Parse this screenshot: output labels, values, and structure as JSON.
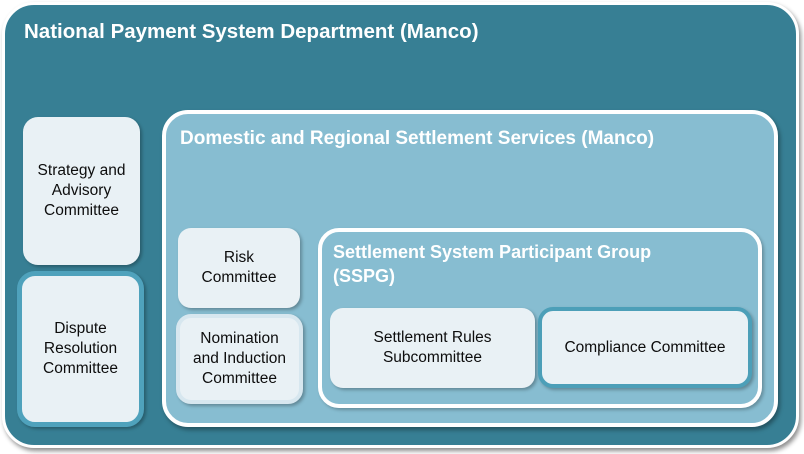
{
  "colors": {
    "outer_teal": "#377F94",
    "panel_blue": "#87BDD1",
    "box_fill": "#E9F1F5",
    "teal_accent_border": "#4FA2BC",
    "pale_border": "#D7E7EF",
    "title_text": "#FFFFFF",
    "box_text": "#0D0D0D"
  },
  "outer": {
    "title": "National Payment System Department (Manco)"
  },
  "left_column": {
    "boxes": [
      {
        "label": "Strategy and Advisory Committee"
      },
      {
        "label": "Dispute Resolution Committee"
      }
    ]
  },
  "domestic_panel": {
    "title": "Domestic and Regional Settlement Services (Manco)",
    "boxes": [
      {
        "label": "Risk Committee"
      },
      {
        "label": "Nomination and Induction Committee"
      }
    ],
    "sspg_panel": {
      "title": "Settlement System Participant Group (SSPG)",
      "boxes": [
        {
          "label": "Settlement Rules Subcommittee"
        },
        {
          "label": "Compliance Committee"
        }
      ]
    }
  }
}
